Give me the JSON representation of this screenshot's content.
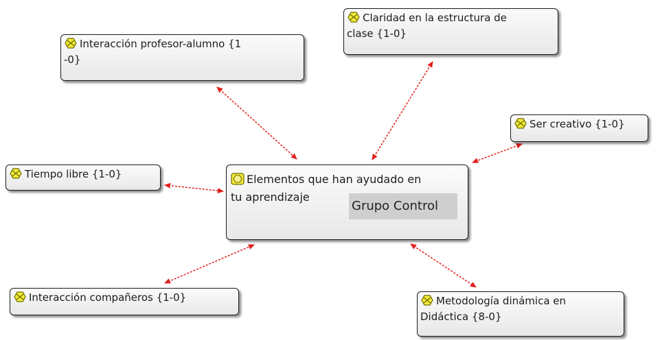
{
  "center": {
    "label": "Elementos que han ayudado en\ntu aprendizaje",
    "tag": "Grupo Control",
    "icon": "code-family-icon"
  },
  "nodes": {
    "interaccion_profesor": {
      "label": "Interacción profesor-alumno {1\n-0}",
      "icon": "code-icon"
    },
    "claridad": {
      "label": "Claridad en la estructura de\nclase {1-0}",
      "icon": "code-icon"
    },
    "ser_creativo": {
      "label": "Ser creativo {1-0}",
      "icon": "code-icon"
    },
    "tiempo_libre": {
      "label": "Tiempo libre {1-0}",
      "icon": "code-icon"
    },
    "interaccion_companeros": {
      "label": "Interacción compañeros {1-0}",
      "icon": "code-icon"
    },
    "metodologia": {
      "label": "Metodología dinámica en\nDidáctica {8-0}",
      "icon": "code-icon"
    }
  },
  "edge_color": "#e0201c",
  "icon_color": "#f3ea3a"
}
